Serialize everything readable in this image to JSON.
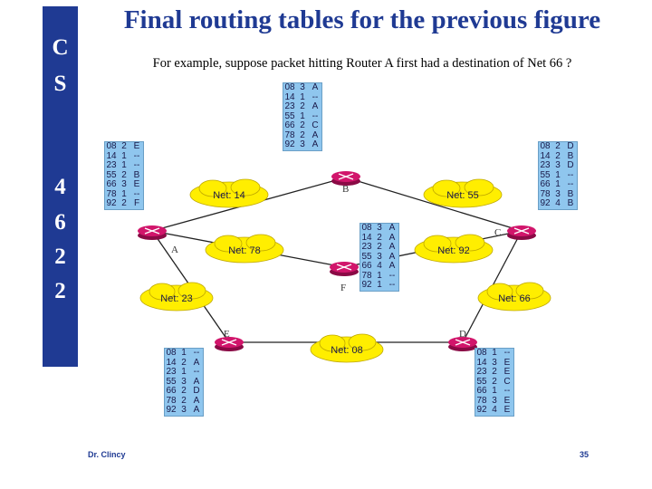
{
  "sidebar": {
    "letters": [
      "C",
      "S",
      "4",
      "6",
      "2",
      "2"
    ]
  },
  "title": "Final routing tables for the previous figure",
  "subtitle": "For example, suppose packet hitting Router A first had a destination of Net 66 ?",
  "routers": {
    "A": "A",
    "B": "B",
    "C": "C",
    "D": "D",
    "E": "E",
    "F": "F"
  },
  "networks": {
    "n14": "Net: 14",
    "n55": "Net: 55",
    "n78": "Net: 78",
    "n92": "Net: 92",
    "n23": "Net: 23",
    "n66": "Net: 66",
    "n08": "Net: 08"
  },
  "tables": {
    "B": [
      [
        "08",
        "3",
        "A"
      ],
      [
        "14",
        "1",
        "--"
      ],
      [
        "23",
        "2",
        "A"
      ],
      [
        "55",
        "1",
        "--"
      ],
      [
        "66",
        "2",
        "C"
      ],
      [
        "78",
        "2",
        "A"
      ],
      [
        "92",
        "3",
        "A"
      ]
    ],
    "A": [
      [
        "08",
        "2",
        "E"
      ],
      [
        "14",
        "1",
        "--"
      ],
      [
        "23",
        "1",
        "--"
      ],
      [
        "55",
        "2",
        "B"
      ],
      [
        "66",
        "3",
        "E"
      ],
      [
        "78",
        "1",
        "--"
      ],
      [
        "92",
        "2",
        "F"
      ]
    ],
    "C": [
      [
        "08",
        "2",
        "D"
      ],
      [
        "14",
        "2",
        "B"
      ],
      [
        "23",
        "3",
        "D"
      ],
      [
        "55",
        "1",
        "--"
      ],
      [
        "66",
        "1",
        "--"
      ],
      [
        "78",
        "3",
        "B"
      ],
      [
        "92",
        "4",
        "B"
      ]
    ],
    "F": [
      [
        "08",
        "3",
        "A"
      ],
      [
        "14",
        "2",
        "A"
      ],
      [
        "23",
        "2",
        "A"
      ],
      [
        "55",
        "3",
        "A"
      ],
      [
        "66",
        "4",
        "A"
      ],
      [
        "78",
        "1",
        "--"
      ],
      [
        "92",
        "1",
        "--"
      ]
    ],
    "E": [
      [
        "08",
        "1",
        "--"
      ],
      [
        "14",
        "2",
        "A"
      ],
      [
        "23",
        "1",
        "--"
      ],
      [
        "55",
        "3",
        "A"
      ],
      [
        "66",
        "2",
        "D"
      ],
      [
        "78",
        "2",
        "A"
      ],
      [
        "92",
        "3",
        "A"
      ]
    ],
    "D": [
      [
        "08",
        "1",
        "--"
      ],
      [
        "14",
        "3",
        "E"
      ],
      [
        "23",
        "2",
        "E"
      ],
      [
        "55",
        "2",
        "C"
      ],
      [
        "66",
        "1",
        "--"
      ],
      [
        "78",
        "3",
        "E"
      ],
      [
        "92",
        "4",
        "E"
      ]
    ]
  },
  "colors": {
    "sidebar": "#1f3a93",
    "title": "#1f3a93",
    "cloud": "#ffee00",
    "router": "#d1156b",
    "table": "#8fc6ee"
  },
  "footer": {
    "author": "Dr. Clincy",
    "page": "35"
  }
}
